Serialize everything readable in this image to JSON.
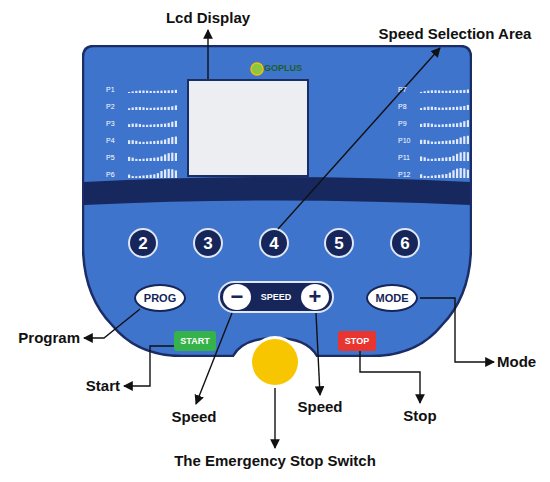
{
  "diagram": {
    "nodes": [
      {
        "text": [
          "GOPLUS"
        ]
      },
      {
        "text": [
          "2"
        ],
        "in": 0
      },
      {
        "text": [
          "3"
        ],
        "in": 0
      },
      {
        "text": [
          "4"
        ],
        "in": 0
      },
      {
        "text": [
          "5"
        ],
        "in": 0
      },
      {
        "text": [
          "6"
        ],
        "in": 0
      },
      {
        "text": [
          "PROG"
        ],
        "in": 0
      },
      {
        "text": [
          "SPEED"
        ],
        "in": 0
      },
      {
        "text": [
          "−"
        ],
        "in": 7
      },
      {
        "text": [
          "+"
        ],
        "in": 7
      },
      {
        "text": [
          "MODE"
        ],
        "in": 0
      },
      {
        "text": [
          "START"
        ],
        "in": 0
      },
      {
        "text": [
          "STOP"
        ],
        "in": 0
      }
    ],
    "labels": [
      "Lcd Display",
      "Speed Selection Area",
      "P1",
      "P2",
      "P3",
      "P4",
      "P5",
      "P6",
      "P7",
      "P8",
      "P9",
      "P10",
      "P11",
      "P12",
      "Program",
      "Mode",
      "Start",
      "Speed",
      "Speed",
      "Stop",
      "The Emergency Stop Switch"
    ]
  }
}
